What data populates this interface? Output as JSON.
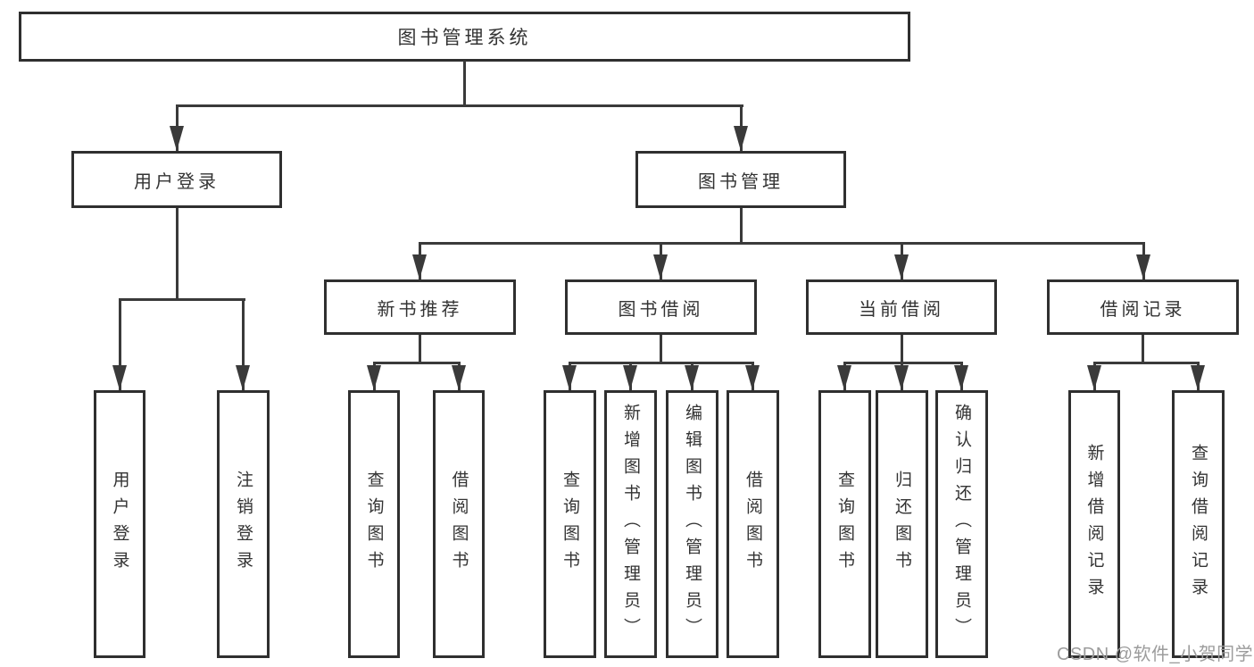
{
  "diagram": {
    "root": {
      "label": "图书管理系统"
    },
    "children": [
      {
        "label": "用户登录",
        "children": [
          {
            "label": "用户登录"
          },
          {
            "label": "注销登录"
          }
        ]
      },
      {
        "label": "图书管理",
        "children": [
          {
            "label": "新书推荐",
            "children": [
              {
                "label": "查询图书"
              },
              {
                "label": "借阅图书"
              }
            ]
          },
          {
            "label": "图书借阅",
            "children": [
              {
                "label": "查询图书"
              },
              {
                "label": "新增图书（管理员）"
              },
              {
                "label": "编辑图书（管理员）"
              },
              {
                "label": "借阅图书"
              }
            ]
          },
          {
            "label": "当前借阅",
            "children": [
              {
                "label": "查询图书"
              },
              {
                "label": "归还图书"
              },
              {
                "label": "确认归还（管理员）"
              }
            ]
          },
          {
            "label": "借阅记录",
            "children": [
              {
                "label": "新增借阅记录"
              },
              {
                "label": "查询借阅记录"
              }
            ]
          }
        ]
      }
    ]
  },
  "watermark": "CSDN @软件_小贺同学",
  "colors": {
    "background": "#ffffff",
    "line": "#3a3a3a",
    "box_border": "#2f2f2f",
    "text": "#333333",
    "watermark": "#9c9c9c"
  }
}
